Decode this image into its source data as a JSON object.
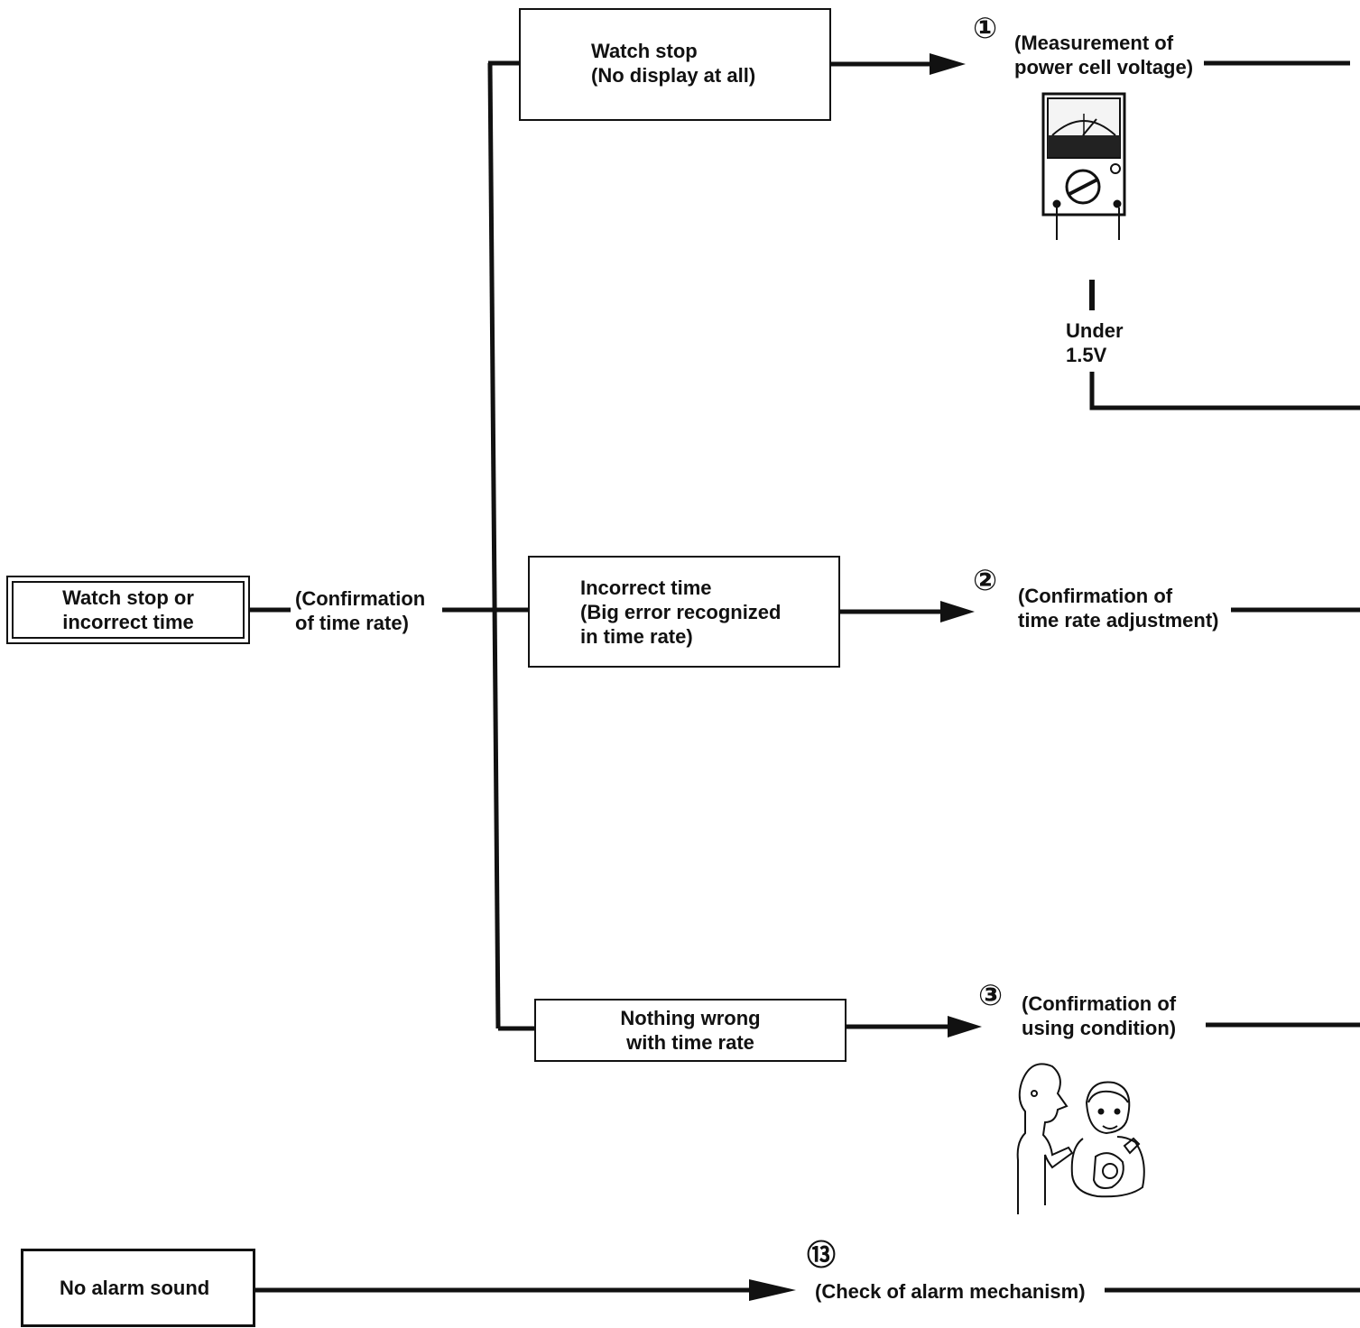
{
  "start": {
    "watch_stop": [
      "Watch stop or",
      "incorrect time"
    ],
    "no_alarm": "No alarm sound"
  },
  "edge_label": [
    "(Confirmation",
    "of time rate)"
  ],
  "branches": {
    "watch_stop": [
      "Watch stop",
      "(No display at all)"
    ],
    "incorrect_time": [
      "Incorrect time",
      "(Big error recognized",
      "in time rate)"
    ],
    "nothing_wrong": [
      "Nothing wrong",
      "with time rate"
    ]
  },
  "steps": {
    "s1": {
      "number": "①",
      "text": [
        "(Measurement of",
        "power cell voltage)"
      ]
    },
    "s2": {
      "number": "②",
      "text": [
        "(Confirmation of",
        "time rate adjustment)"
      ]
    },
    "s3": {
      "number": "③",
      "text": [
        "(Confirmation of",
        "using condition)"
      ]
    },
    "s13": {
      "number": "⑬",
      "text": [
        "(Check of alarm  mechanism)"
      ]
    }
  },
  "voltage_condition": [
    "Under",
    "1.5V"
  ],
  "icons": [
    "multimeter-icon",
    "people-consulting-icon"
  ]
}
